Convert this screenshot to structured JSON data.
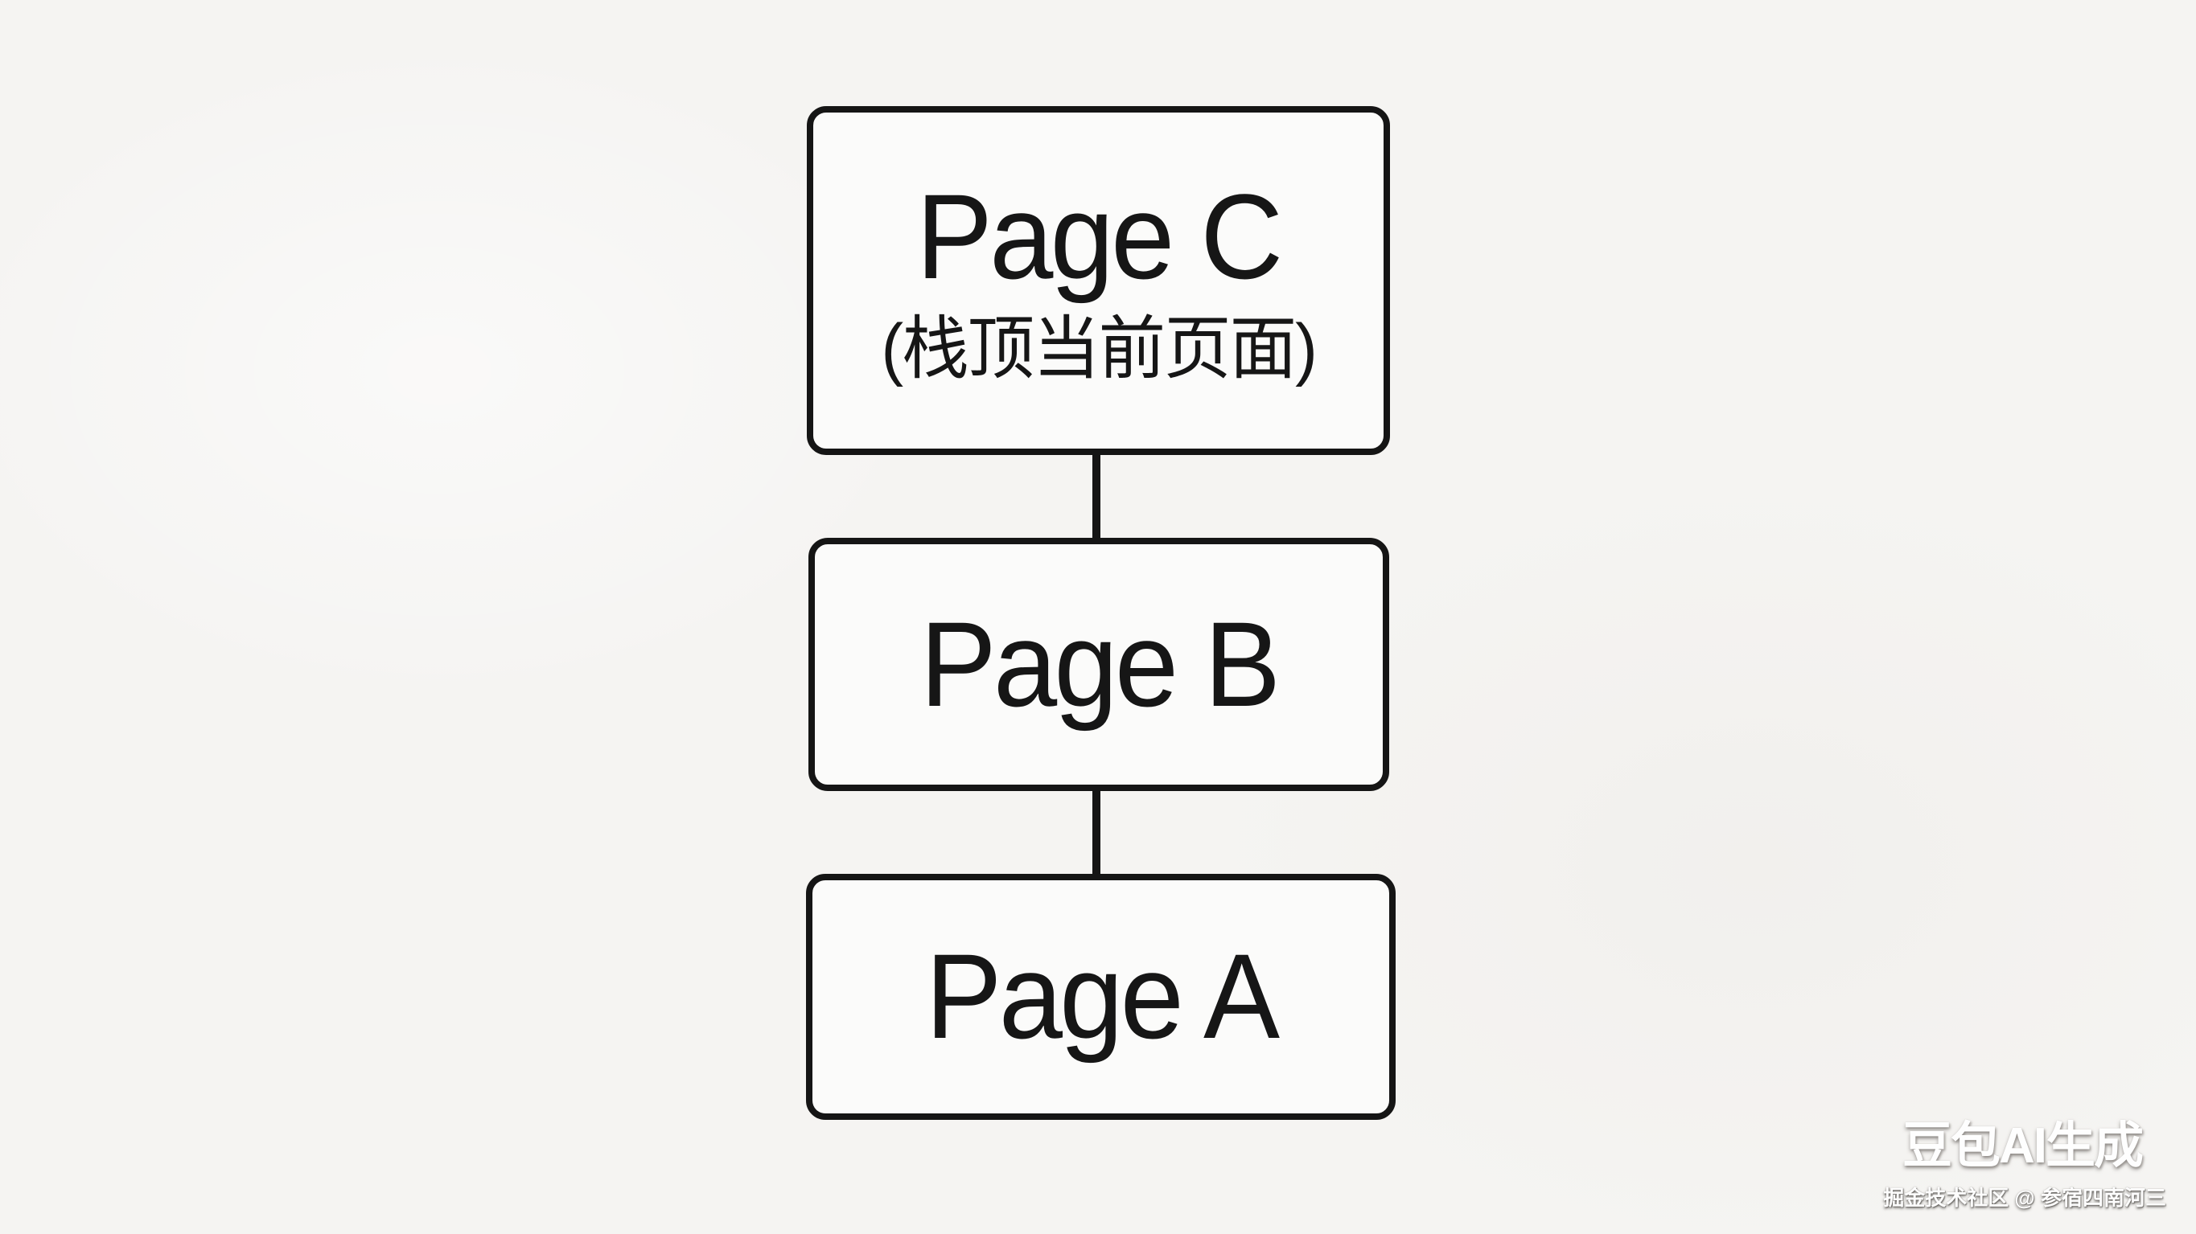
{
  "background_color": "#f5f4f2",
  "diagram": {
    "type": "stack-diagram",
    "stroke_color": "#151515",
    "box_fill": "#fbfbfa",
    "text_color": "#161616",
    "boxes": [
      {
        "id": "page-c",
        "title": "Page C",
        "subtitle": "(栈顶当前页面)"
      },
      {
        "id": "page-b",
        "title": "Page B"
      },
      {
        "id": "page-a",
        "title": "Page A"
      }
    ],
    "connectors": [
      {
        "from": "page-c",
        "to": "page-b"
      },
      {
        "from": "page-b",
        "to": "page-a"
      }
    ]
  },
  "watermark": {
    "brand": "豆包AI生成",
    "credit": "掘金技术社区 @ 参宿四南河三",
    "color": "#ffffff"
  }
}
